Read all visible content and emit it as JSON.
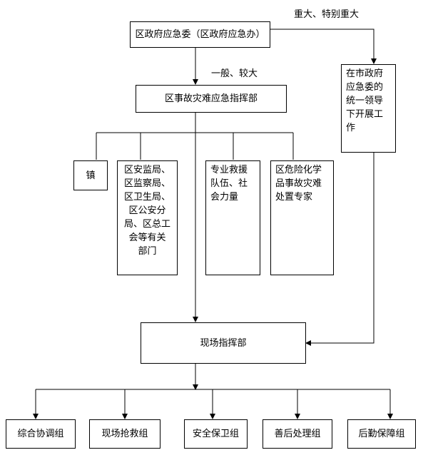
{
  "nodes": {
    "gov_committee": "区政府应急委（区政府应急办）",
    "city_committee": "在市政府\n应急委的\n统一领导\n下开展工\n作",
    "command_hq": "区事故灾难应急指挥部",
    "town": "镇",
    "departments": "区安监局、\n区监察局、\n区卫生局、\n区公安分\n局、区总工\n会等有关\n部门",
    "rescue_teams": "专业救援\n队伍、社\n会力量",
    "experts": "区危险化学\n品事故灾难\n处置专家",
    "site_hq": "现场指挥部"
  },
  "edge_labels": {
    "major": "重大、特别重大",
    "general": "一般、较大"
  },
  "groups": [
    "综合协调组",
    "现场抢救组",
    "安全保卫组",
    "善后处理组",
    "后勤保障组"
  ]
}
